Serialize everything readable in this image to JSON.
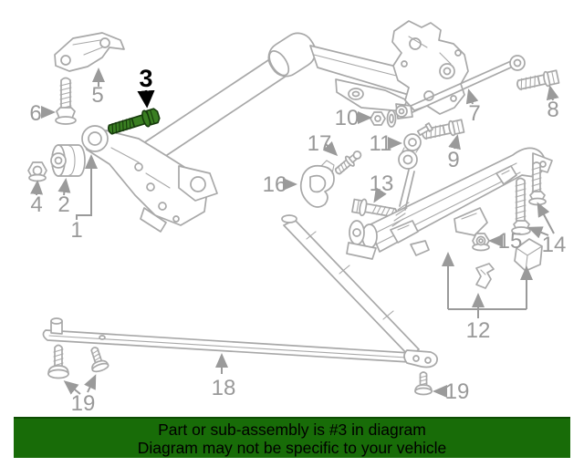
{
  "banner": {
    "line1": "Part or sub-assembly is #3 in diagram",
    "line2": "Diagram may not be specific to your vehicle",
    "bg_color": "#186c08",
    "text_color": "#000000"
  },
  "diagram": {
    "type": "exploded-parts-diagram",
    "subject": "rear suspension axle assembly line art",
    "highlighted_part": "3",
    "colors": {
      "line": "#a8a8a8",
      "label": "#999999",
      "highlight_fill": "#3a7f22",
      "highlight_stroke": "#163a0c"
    },
    "labels": {
      "p1": "1",
      "p2": "2",
      "p3": "3",
      "p4": "4",
      "p5": "5",
      "p6": "6",
      "p7": "7",
      "p8": "8",
      "p9": "9",
      "p10": "10",
      "p11": "11",
      "p12": "12",
      "p13": "13",
      "p14": "14",
      "p15": "15",
      "p16": "16",
      "p17": "17",
      "p18": "18",
      "p19a": "19",
      "p19b": "19"
    }
  }
}
